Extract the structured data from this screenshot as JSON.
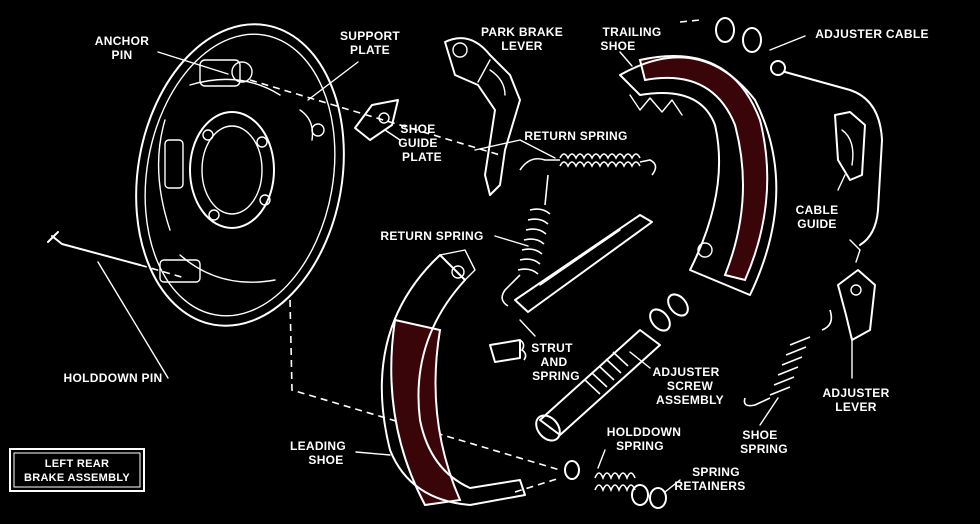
{
  "labels": {
    "anchor_pin": [
      "ANCHOR",
      "PIN"
    ],
    "support_plate": [
      "SUPPORT",
      "PLATE"
    ],
    "park_brake_lever": [
      "PARK BRAKE",
      "LEVER"
    ],
    "trailing_shoe": [
      "TRAILING",
      "SHOE"
    ],
    "adjuster_cable": [
      "ADJUSTER CABLE"
    ],
    "shoe_guide_plate": [
      "SHOE",
      "GUIDE",
      "PLATE"
    ],
    "return_spring_top": [
      "RETURN SPRING"
    ],
    "cable_guide": [
      "CABLE",
      "GUIDE"
    ],
    "return_spring_mid": [
      "RETURN SPRING"
    ],
    "holddown_pin": [
      "HOLDDOWN PIN"
    ],
    "strut_and_spring": [
      "STRUT",
      "AND",
      "SPRING"
    ],
    "adjuster_screw_assembly": [
      "ADJUSTER",
      "SCREW",
      "ASSEMBLY"
    ],
    "adjuster_lever": [
      "ADJUSTER",
      "LEVER"
    ],
    "shoe_spring": [
      "SHOE",
      "SPRING"
    ],
    "holddown_spring": [
      "HOLDDOWN",
      "SPRING"
    ],
    "leading_shoe": [
      "LEADING",
      "SHOE"
    ],
    "spring_retainers": [
      "SPRING",
      "RETAINERS"
    ]
  },
  "caption": [
    "LEFT REAR",
    "BRAKE ASSEMBLY"
  ],
  "colors": {
    "background": "#000000",
    "line": "#ffffff",
    "lining": "#3a0508",
    "lining_speck": "#c0141c"
  }
}
